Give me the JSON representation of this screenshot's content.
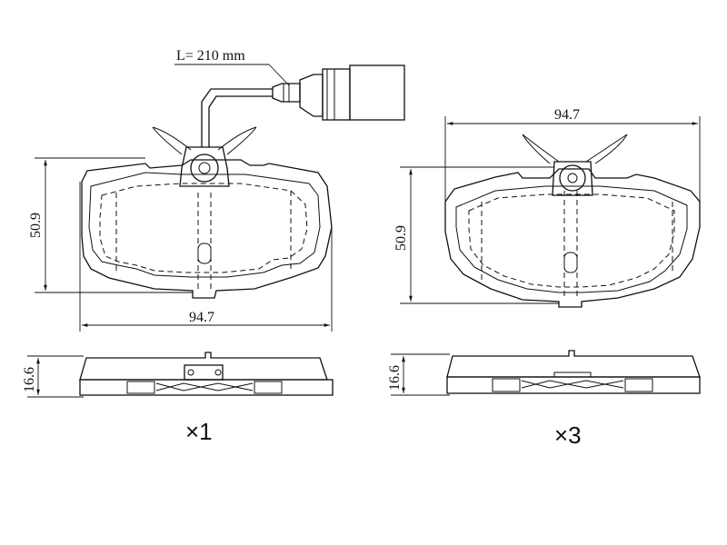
{
  "left_pad": {
    "cable_length_label": "L= 210 mm",
    "width_label": "94.7",
    "height_label": "50.9",
    "thickness_label": "16.6",
    "quantity_label": "×1"
  },
  "right_pad": {
    "width_label": "94.7",
    "height_label": "50.9",
    "thickness_label": "16.6",
    "quantity_label": "×3"
  }
}
